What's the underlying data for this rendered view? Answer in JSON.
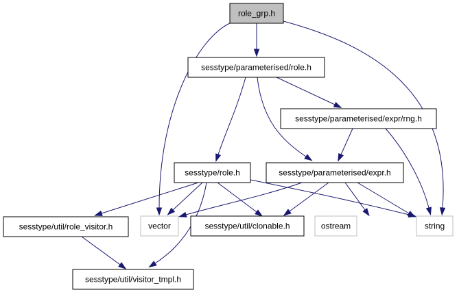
{
  "graph": {
    "nodes": {
      "role_grp": {
        "label": "role_grp.h",
        "kind": "root"
      },
      "param_role": {
        "label": "sesstype/parameterised/role.h",
        "kind": "header"
      },
      "expr_rng": {
        "label": "sesstype/parameterised/expr/rng.h",
        "kind": "header"
      },
      "role": {
        "label": "sesstype/role.h",
        "kind": "header"
      },
      "param_expr": {
        "label": "sesstype/parameterised/expr.h",
        "kind": "header"
      },
      "role_visitor": {
        "label": "sesstype/util/role_visitor.h",
        "kind": "header"
      },
      "vector": {
        "label": "vector",
        "kind": "system"
      },
      "clonable": {
        "label": "sesstype/util/clonable.h",
        "kind": "header"
      },
      "ostream": {
        "label": "ostream",
        "kind": "system"
      },
      "string": {
        "label": "string",
        "kind": "system"
      },
      "visitor_tmpl": {
        "label": "sesstype/util/visitor_tmpl.h",
        "kind": "header"
      }
    },
    "edges": [
      [
        "role_grp",
        "param_role"
      ],
      [
        "role_grp",
        "vector"
      ],
      [
        "role_grp",
        "string"
      ],
      [
        "param_role",
        "role"
      ],
      [
        "param_role",
        "param_expr"
      ],
      [
        "param_role",
        "expr_rng"
      ],
      [
        "expr_rng",
        "param_expr"
      ],
      [
        "expr_rng",
        "string"
      ],
      [
        "role",
        "role_visitor"
      ],
      [
        "role",
        "vector"
      ],
      [
        "role",
        "clonable"
      ],
      [
        "role",
        "string"
      ],
      [
        "role",
        "visitor_tmpl"
      ],
      [
        "param_expr",
        "vector"
      ],
      [
        "param_expr",
        "clonable"
      ],
      [
        "param_expr",
        "ostream"
      ],
      [
        "param_expr",
        "string"
      ],
      [
        "role_visitor",
        "visitor_tmpl"
      ]
    ],
    "colors": {
      "edge": "#191970",
      "root_fill": "#bfbfbf",
      "node_border": "#000000",
      "system_border": "#bfbfbf"
    }
  }
}
